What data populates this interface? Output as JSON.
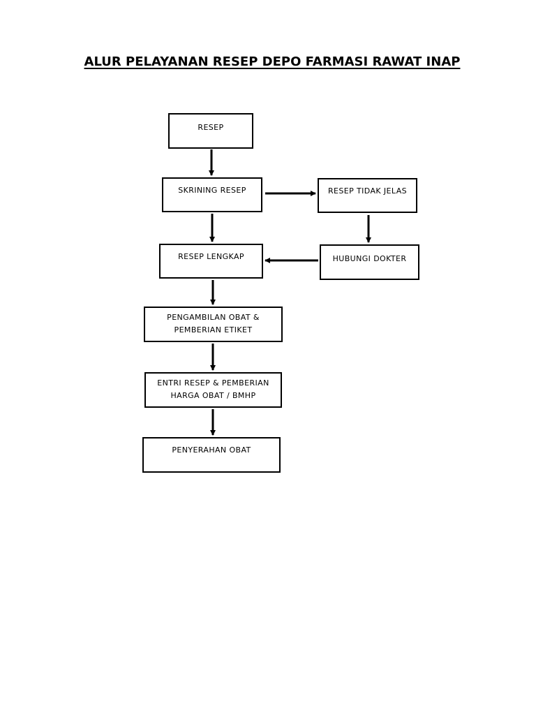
{
  "title": "ALUR PELAYANAN RESEP DEPO FARMASI RAWAT INAP",
  "nodes": {
    "resep": {
      "lines": [
        "RESEP"
      ]
    },
    "skrining": {
      "lines": [
        "SKRINING RESEP"
      ]
    },
    "tidak_jelas": {
      "lines": [
        "RESEP TIDAK JELAS"
      ]
    },
    "lengkap": {
      "lines": [
        "RESEP LENGKAP"
      ]
    },
    "hubungi": {
      "lines": [
        "HUBUNGI DOKTER"
      ]
    },
    "pengambilan": {
      "lines": [
        "PENGAMBILAN OBAT &",
        "PEMBERIAN ETIKET"
      ]
    },
    "entri": {
      "lines": [
        "ENTRI RESEP & PEMBERIAN",
        "HARGA OBAT / BMHP"
      ]
    },
    "penyerahan": {
      "lines": [
        "PENYERAHAN OBAT"
      ]
    }
  },
  "edges": [
    {
      "from": "resep",
      "to": "skrining"
    },
    {
      "from": "skrining",
      "to": "tidak_jelas"
    },
    {
      "from": "skrining",
      "to": "lengkap"
    },
    {
      "from": "tidak_jelas",
      "to": "hubungi"
    },
    {
      "from": "hubungi",
      "to": "lengkap"
    },
    {
      "from": "lengkap",
      "to": "pengambilan"
    },
    {
      "from": "pengambilan",
      "to": "entri"
    },
    {
      "from": "entri",
      "to": "penyerahan"
    }
  ]
}
